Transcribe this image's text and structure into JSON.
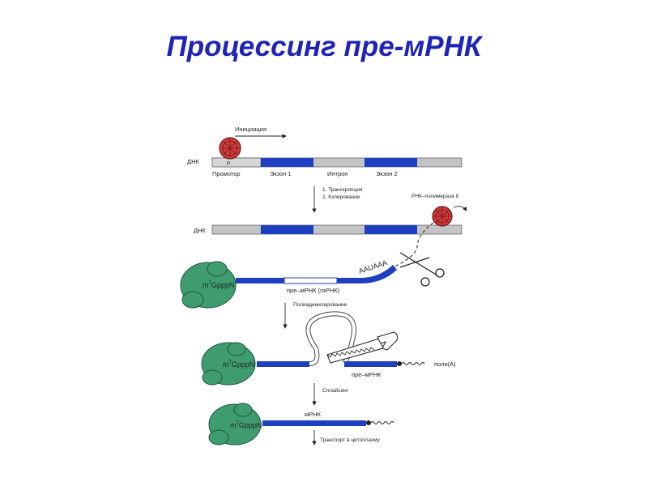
{
  "title": "Процессинг пре-мРНК",
  "labels": {
    "initiation": "Инициация",
    "dna1": "ДНК",
    "promoter_box": "P",
    "promoter": "Промотор",
    "exon1": "Экзон 1",
    "intron": "Интрон",
    "exon2": "Экзон 2",
    "step1": "1. Транскрипция",
    "step2": "2. Кэпирование",
    "polymerase": "РНК–полимераза II",
    "dna2": "ДНК",
    "aauaaa": "AAUAAA",
    "cap1_main": "m",
    "cap1_sup": "7",
    "cap1_rest": "Gppp",
    "cap1_n": "N",
    "pre_mrna_hn": "пре–мРНК (гяРНК)",
    "polyadenylation": "Полиаденилирование",
    "cap2_main": "m",
    "cap2_sup": "7",
    "cap2_rest": "Gppp",
    "cap2_n": "N",
    "poly_a": "поли(А)",
    "pre_mrna": "пре–мРНК",
    "splicing": "Сплайсинг",
    "cap3_main": "m",
    "cap3_sup": "7",
    "cap3_rest": "Gppp",
    "cap3_n": "N",
    "mrna": "мРНК",
    "transport": "Транспорт в цитоплазму"
  },
  "colors": {
    "title": "#1f23b8",
    "exon": "#1e3fbf",
    "dna_gray": "#c4c4c4",
    "cap_green": "#3f9c6f",
    "polymerase_red": "#d23a3a"
  }
}
